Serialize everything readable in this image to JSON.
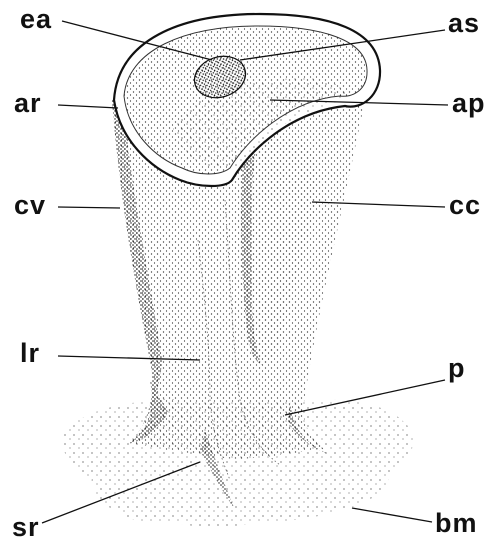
{
  "labels": {
    "ea": "ea",
    "as": "as",
    "ar": "ar",
    "ap": "ap",
    "cv": "cv",
    "cc": "cc",
    "lr": "lr",
    "p": "p",
    "sr": "sr",
    "bm": "bm"
  },
  "colors": {
    "ink": "#111111",
    "paper": "#ffffff",
    "stipple": "#222222"
  }
}
